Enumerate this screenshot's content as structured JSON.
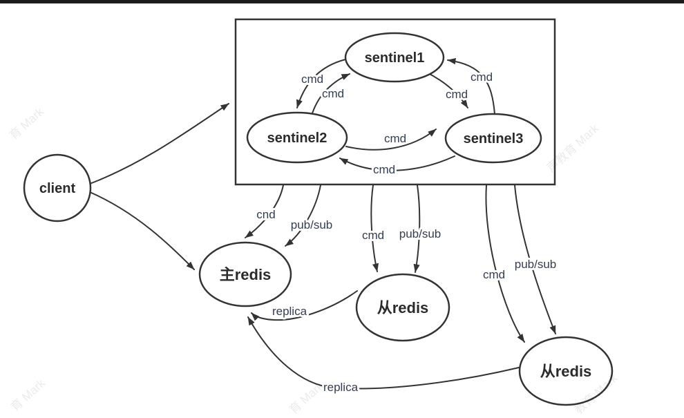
{
  "colors": {
    "stroke": "#333333",
    "node_label": "#2b2b2b",
    "edge_label": "#333d51",
    "top_bar": "#1b1c1e"
  },
  "nodes": {
    "client": "client",
    "sentinel1": "sentinel1",
    "sentinel2": "sentinel2",
    "sentinel3": "sentinel3",
    "master_redis": "主redis",
    "slave_redis1": "从redis",
    "slave_redis2": "从redis"
  },
  "edges": {
    "s1_to_s2": "cmd",
    "s2_to_s1": "cmd",
    "s3_to_s1": "cmd",
    "s1_to_s3": "cmd",
    "s2_to_s3": "cmd",
    "s3_to_s2": "cmd",
    "sentinels_to_master_cmd": "cnd",
    "sentinels_to_master_pubsub": "pub/sub",
    "sentinels_to_slave1_cmd": "cmd",
    "sentinels_to_slave1_pubsub": "pub/sub",
    "sentinels_to_slave2_cmd": "cmd",
    "sentinels_to_slave2_pubsub": "pub/sub",
    "slave1_to_master": "replica",
    "slave2_to_master": "replica"
  },
  "watermarks": {
    "full": "声教育 Mark",
    "short": "育 Mark",
    "partial": "教育 Mark"
  }
}
